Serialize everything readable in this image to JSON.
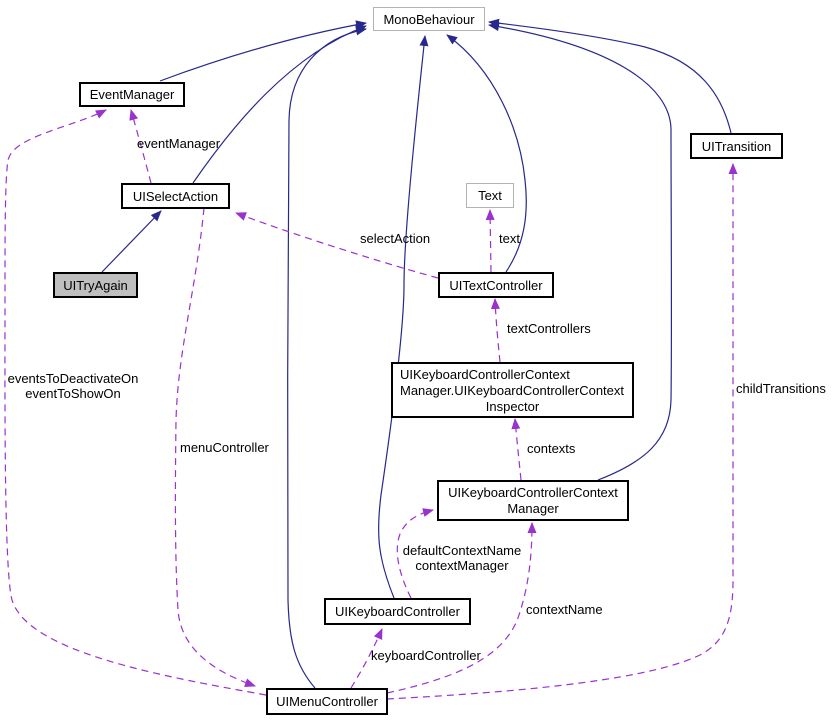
{
  "diagram_type": "doxygen-collaboration-graph",
  "colors": {
    "bg": "#ffffff",
    "solid_edge": "#27288c",
    "dashed_edge": "#9a32cd",
    "node_border": "#000000",
    "external_border": "#b4b4b4",
    "focus_fill": "#bfbfbf",
    "text_color": "#000000"
  },
  "nodes": [
    {
      "label": "MonoBehaviour",
      "type": "external"
    },
    {
      "label": "EventManager",
      "type": "class"
    },
    {
      "label": "UISelectAction",
      "type": "class"
    },
    {
      "label": "UITryAgain",
      "type": "focus"
    },
    {
      "label": "Text",
      "type": "external"
    },
    {
      "label": "UITextController",
      "type": "class"
    },
    {
      "lines": [
        "UIKeyboardControllerContext",
        "Manager.UIKeyboardControllerContext",
        "Inspector"
      ],
      "type": "class"
    },
    {
      "lines": [
        "UIKeyboardControllerContext",
        "Manager"
      ],
      "type": "class"
    },
    {
      "label": "UITransition",
      "type": "class"
    },
    {
      "label": "UIKeyboardController",
      "type": "class"
    },
    {
      "label": "UIMenuController",
      "type": "class"
    }
  ],
  "edges": [
    {
      "from": "EventManager",
      "to": "MonoBehaviour",
      "style": "solid"
    },
    {
      "from": "UISelectAction",
      "to": "MonoBehaviour",
      "style": "solid"
    },
    {
      "from": "UIMenuController",
      "to": "MonoBehaviour",
      "style": "solid"
    },
    {
      "from": "UITryAgain",
      "to": "UISelectAction",
      "style": "solid"
    },
    {
      "from": "UITextController",
      "to": "MonoBehaviour",
      "style": "solid"
    },
    {
      "from": "UIKeyboardController",
      "to": "MonoBehaviour",
      "style": "solid"
    },
    {
      "from": "UIKeyboardControllerContextManager",
      "to": "MonoBehaviour",
      "style": "solid"
    },
    {
      "from": "UITransition",
      "to": "MonoBehaviour",
      "style": "solid"
    },
    {
      "from": "UISelectAction",
      "to": "EventManager",
      "style": "dashed",
      "label": "eventManager"
    },
    {
      "from": "UIMenuController",
      "to": "EventManager",
      "style": "dashed",
      "lines": [
        "eventsToDeactivateOn",
        "eventToShowOn"
      ]
    },
    {
      "from": "UITextController",
      "to": "UISelectAction",
      "style": "dashed",
      "label": "selectAction"
    },
    {
      "from": "UITextController",
      "to": "Text",
      "style": "dashed",
      "label": "text"
    },
    {
      "from": "UIKeyboardControllerContextManager.UIKeyboardControllerContextInspector",
      "to": "UITextController",
      "style": "dashed",
      "label": "textControllers"
    },
    {
      "from": "UIKeyboardControllerContextManager",
      "to": "UIKeyboardControllerContextManager.UIKeyboardControllerContextInspector",
      "style": "dashed",
      "label": "contexts"
    },
    {
      "from": "UIKeyboardController",
      "to": "UIKeyboardControllerContextManager",
      "style": "dashed",
      "lines": [
        "defaultContextName",
        "contextManager"
      ]
    },
    {
      "from": "UIMenuController",
      "to": "UIKeyboardController",
      "style": "dashed",
      "label": "keyboardController"
    },
    {
      "from": "UIMenuController",
      "to": "UIKeyboardControllerContextManager",
      "style": "dashed",
      "label": "contextName"
    },
    {
      "from": "UISelectAction",
      "to": "UIMenuController",
      "style": "dashed",
      "label": "menuController"
    },
    {
      "from": "UIMenuController",
      "to": "UITransition",
      "style": "dashed",
      "label": "childTransitions"
    }
  ]
}
